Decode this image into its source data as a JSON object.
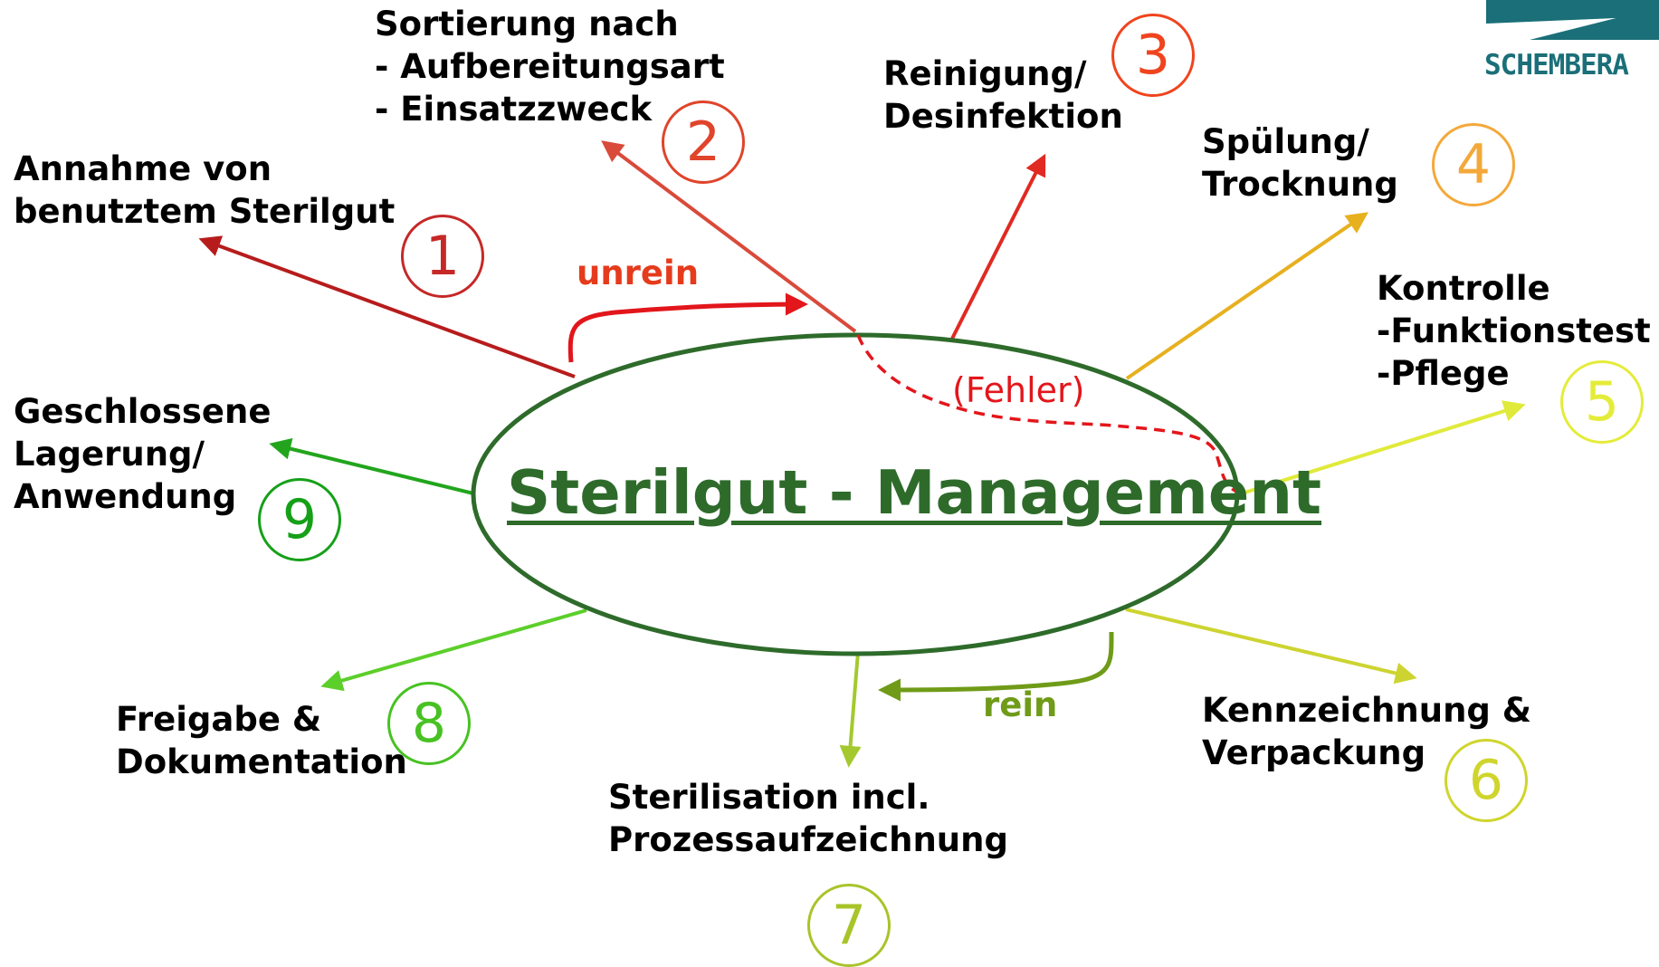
{
  "title": "Sterilgut - Management",
  "colors": {
    "ellipse": "#2e6b2b",
    "title": "#2e6b2b",
    "step1": "#c62828",
    "step2": "#e0442b",
    "step3": "#f0441e",
    "step4": "#f4a83a",
    "step5": "#e4ec3a",
    "step6": "#cfd52c",
    "step7": "#a8c42a",
    "step8": "#47c222",
    "step9": "#16a018",
    "unrein": "#e53b1c",
    "rein": "#6f9b18",
    "fehler": "#e3161b",
    "logo": "#1a6f78"
  },
  "steps": [
    {
      "number": "1",
      "lines": [
        "Annahme von",
        "benutztem Sterilgut"
      ]
    },
    {
      "number": "2",
      "lines": [
        "Sortierung nach",
        "- Aufbereitungsart",
        "- Einsatzzweck"
      ]
    },
    {
      "number": "3",
      "lines": [
        "Reinigung/",
        "Desinfektion"
      ]
    },
    {
      "number": "4",
      "lines": [
        "Spülung/",
        "Trocknung"
      ]
    },
    {
      "number": "5",
      "lines": [
        "Kontrolle",
        "-Funktionstest",
        "-Pflege"
      ]
    },
    {
      "number": "6",
      "lines": [
        "Kennzeichnung &",
        "Verpackung"
      ]
    },
    {
      "number": "7",
      "lines": [
        "Sterilisation incl.",
        "Prozessaufzeichnung"
      ]
    },
    {
      "number": "8",
      "lines": [
        "Freigabe &",
        "Dokumentation"
      ]
    },
    {
      "number": "9",
      "lines": [
        "Geschlossene",
        "Lagerung/",
        "Anwendung"
      ]
    }
  ],
  "flows": {
    "unrein": "unrein",
    "rein": "rein",
    "fehler": "(Fehler)"
  },
  "logo": {
    "text": "SCHEMBERA"
  }
}
